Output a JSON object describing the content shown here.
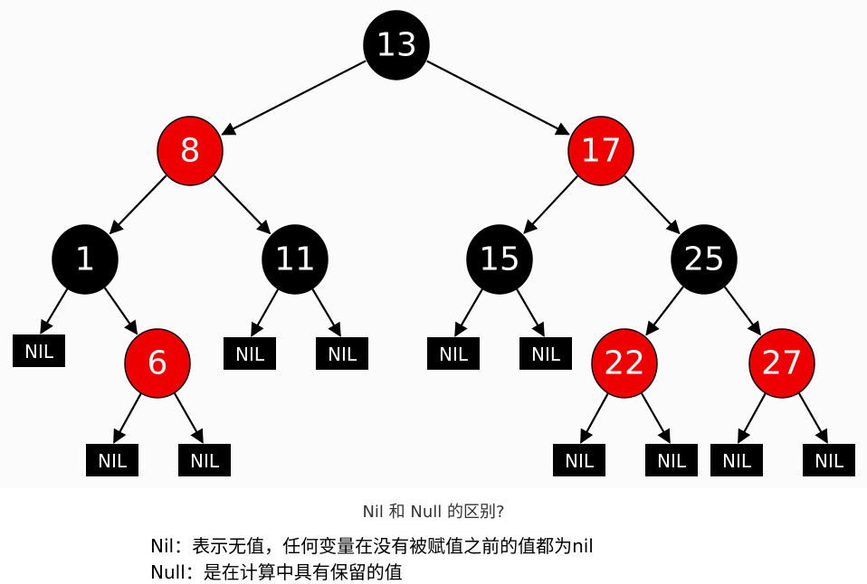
{
  "tree": {
    "nodes": [
      {
        "id": "n13",
        "label": "13",
        "color": "black",
        "parent": null
      },
      {
        "id": "n8",
        "label": "8",
        "color": "red",
        "parent": "n13"
      },
      {
        "id": "n17",
        "label": "17",
        "color": "red",
        "parent": "n13"
      },
      {
        "id": "n1",
        "label": "1",
        "color": "black",
        "parent": "n8"
      },
      {
        "id": "n11",
        "label": "11",
        "color": "black",
        "parent": "n8"
      },
      {
        "id": "n15",
        "label": "15",
        "color": "black",
        "parent": "n17"
      },
      {
        "id": "n25",
        "label": "25",
        "color": "black",
        "parent": "n17"
      },
      {
        "id": "n6",
        "label": "6",
        "color": "red",
        "parent": "n1"
      },
      {
        "id": "n22",
        "label": "22",
        "color": "red",
        "parent": "n25"
      },
      {
        "id": "n27",
        "label": "27",
        "color": "red",
        "parent": "n25"
      }
    ],
    "nil_label": "NIL",
    "nil_parents": [
      "n1",
      "n6",
      "n6",
      "n11",
      "n11",
      "n15",
      "n15",
      "n22",
      "n22",
      "n27",
      "n27"
    ],
    "colors": {
      "black_node": "#000000",
      "red_node": "#ee0000",
      "edge": "#000000",
      "node_text": "#ffffff"
    }
  },
  "caption": {
    "title": "Nil 和 Null 的区别?",
    "nil_line": "Nil：表示无值，任何变量在没有被赋值之前的值都为nil",
    "null_line": "Null：是在计算中具有保留的值"
  }
}
